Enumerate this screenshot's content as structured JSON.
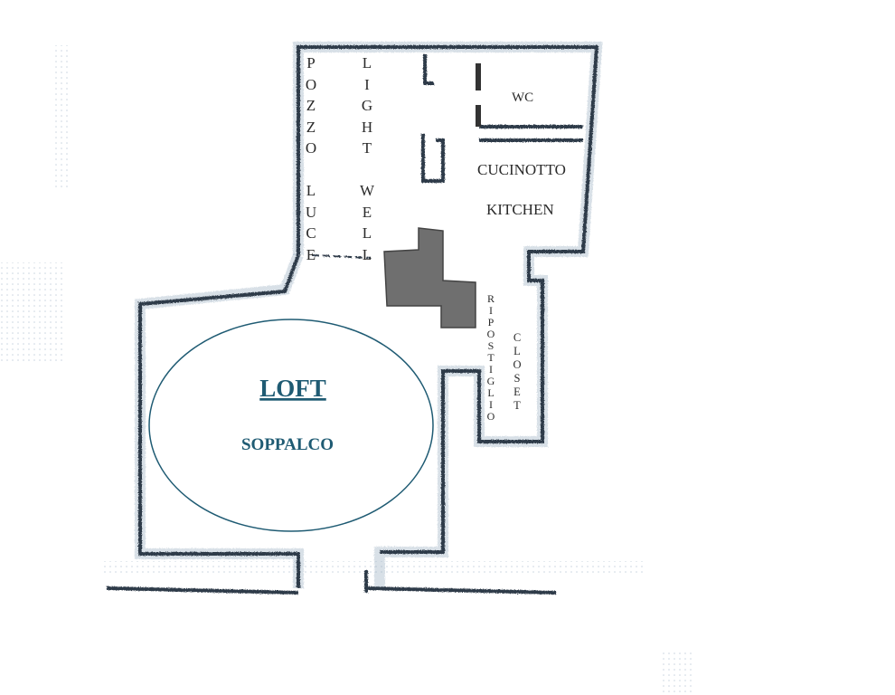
{
  "rooms": {
    "light_well_it": "POZZO LUCE",
    "light_well_en": "LIGHT WELL",
    "wc": "WC",
    "kitchen_it": "CUCINOTTO",
    "kitchen_en": "KITCHEN",
    "closet_it": "RIPOSTIGLIO",
    "closet_en": "CLOSET",
    "loft_en": "LOFT",
    "loft_it": "SOPPALCO"
  },
  "colors": {
    "wall": "#2f3a48",
    "wall_speckle": "#6e8aa3",
    "loft_text": "#1f5b73",
    "loft_ellipse": "#1f5b73",
    "stair_fill": "#6f6f6f",
    "label": "#2a2a2a"
  },
  "icons": {
    "stairs": "stairs-block",
    "door": "door-marker"
  }
}
